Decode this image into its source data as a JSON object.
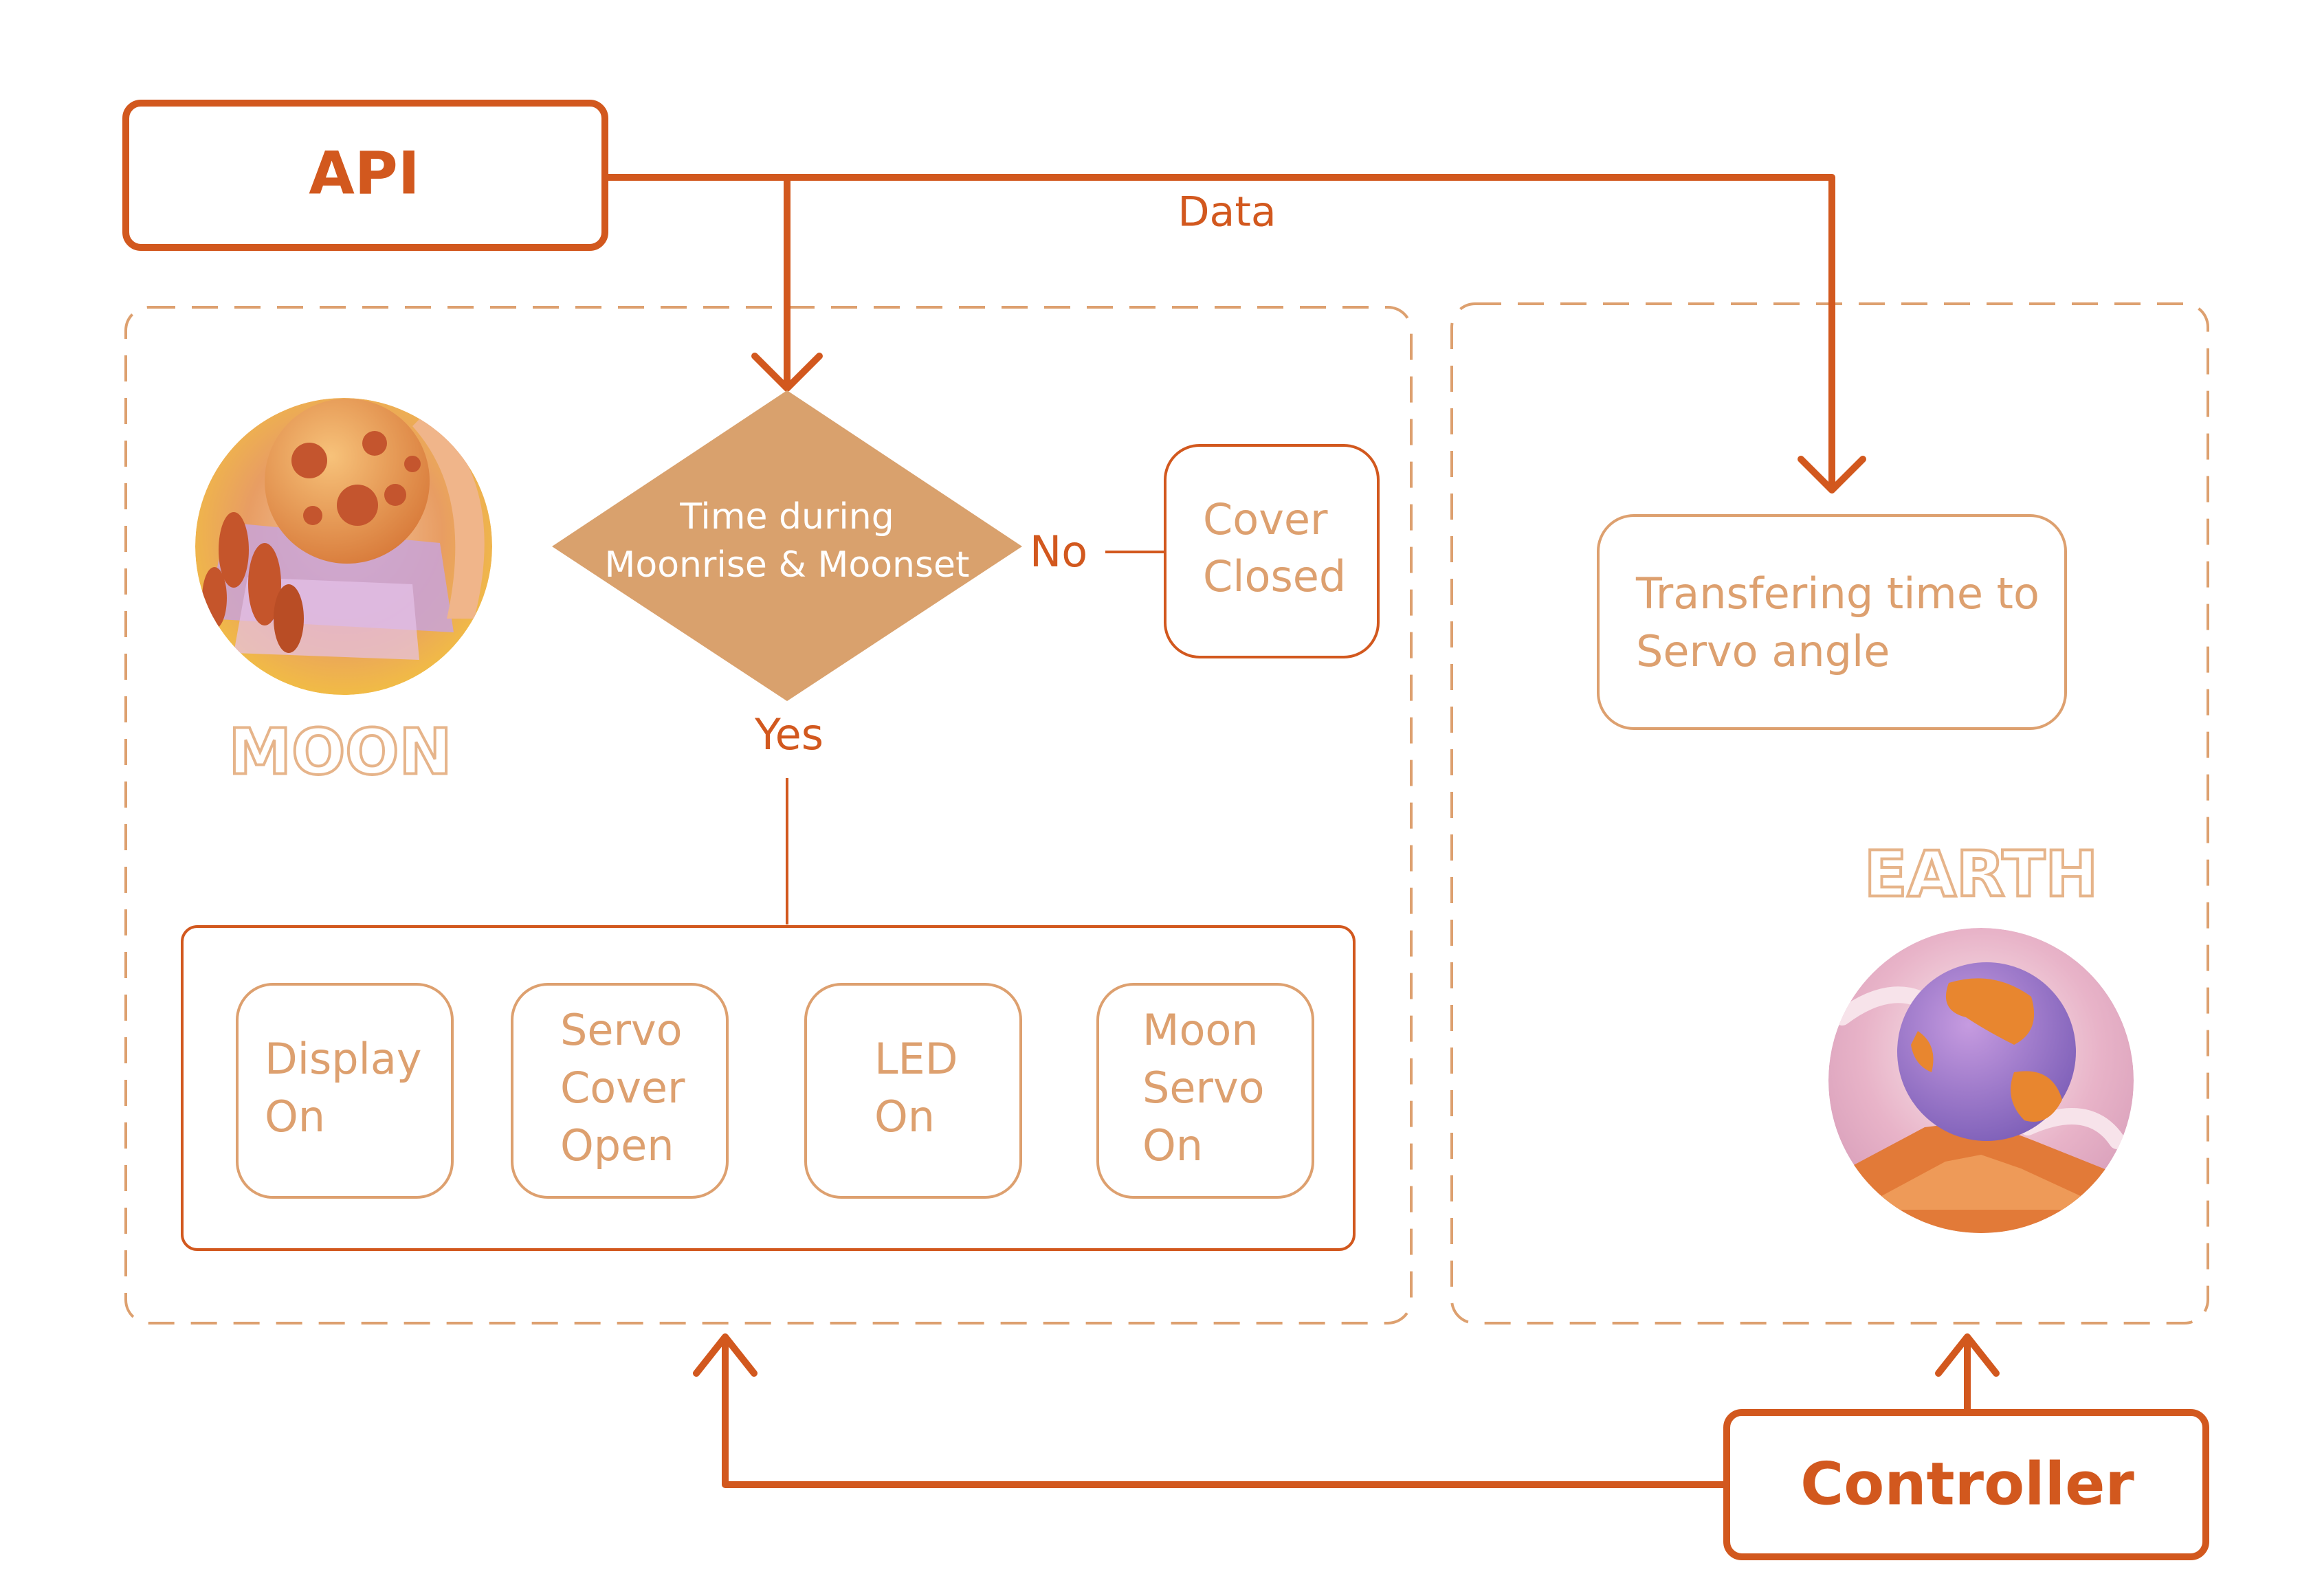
{
  "colors": {
    "accent": "#D2581E",
    "light": "#DDA06F",
    "diamond_fill": "#D9A16D",
    "white": "#FFFFFF"
  },
  "nodes": {
    "api": "API",
    "controller": "Controller",
    "decision": {
      "line1": "Time during",
      "line2": "Moonrise & Moonset"
    },
    "cover_closed": {
      "line1": "Cover",
      "line2": "Closed"
    },
    "transfer": {
      "line1": "Transfering time to",
      "line2": "Servo angle"
    },
    "actions": [
      {
        "lines": [
          "Display",
          "On"
        ]
      },
      {
        "lines": [
          "Servo",
          "Cover",
          "Open"
        ]
      },
      {
        "lines": [
          "LED",
          "On"
        ]
      },
      {
        "lines": [
          "Moon",
          "Servo",
          "On"
        ]
      }
    ]
  },
  "edge_labels": {
    "data": "Data",
    "no": "No",
    "yes": "Yes"
  },
  "section_titles": {
    "moon": "MOON",
    "earth": "EARTH"
  },
  "icons": {
    "moon": "moon-sphere-illustration",
    "earth": "earth-sphere-illustration"
  }
}
